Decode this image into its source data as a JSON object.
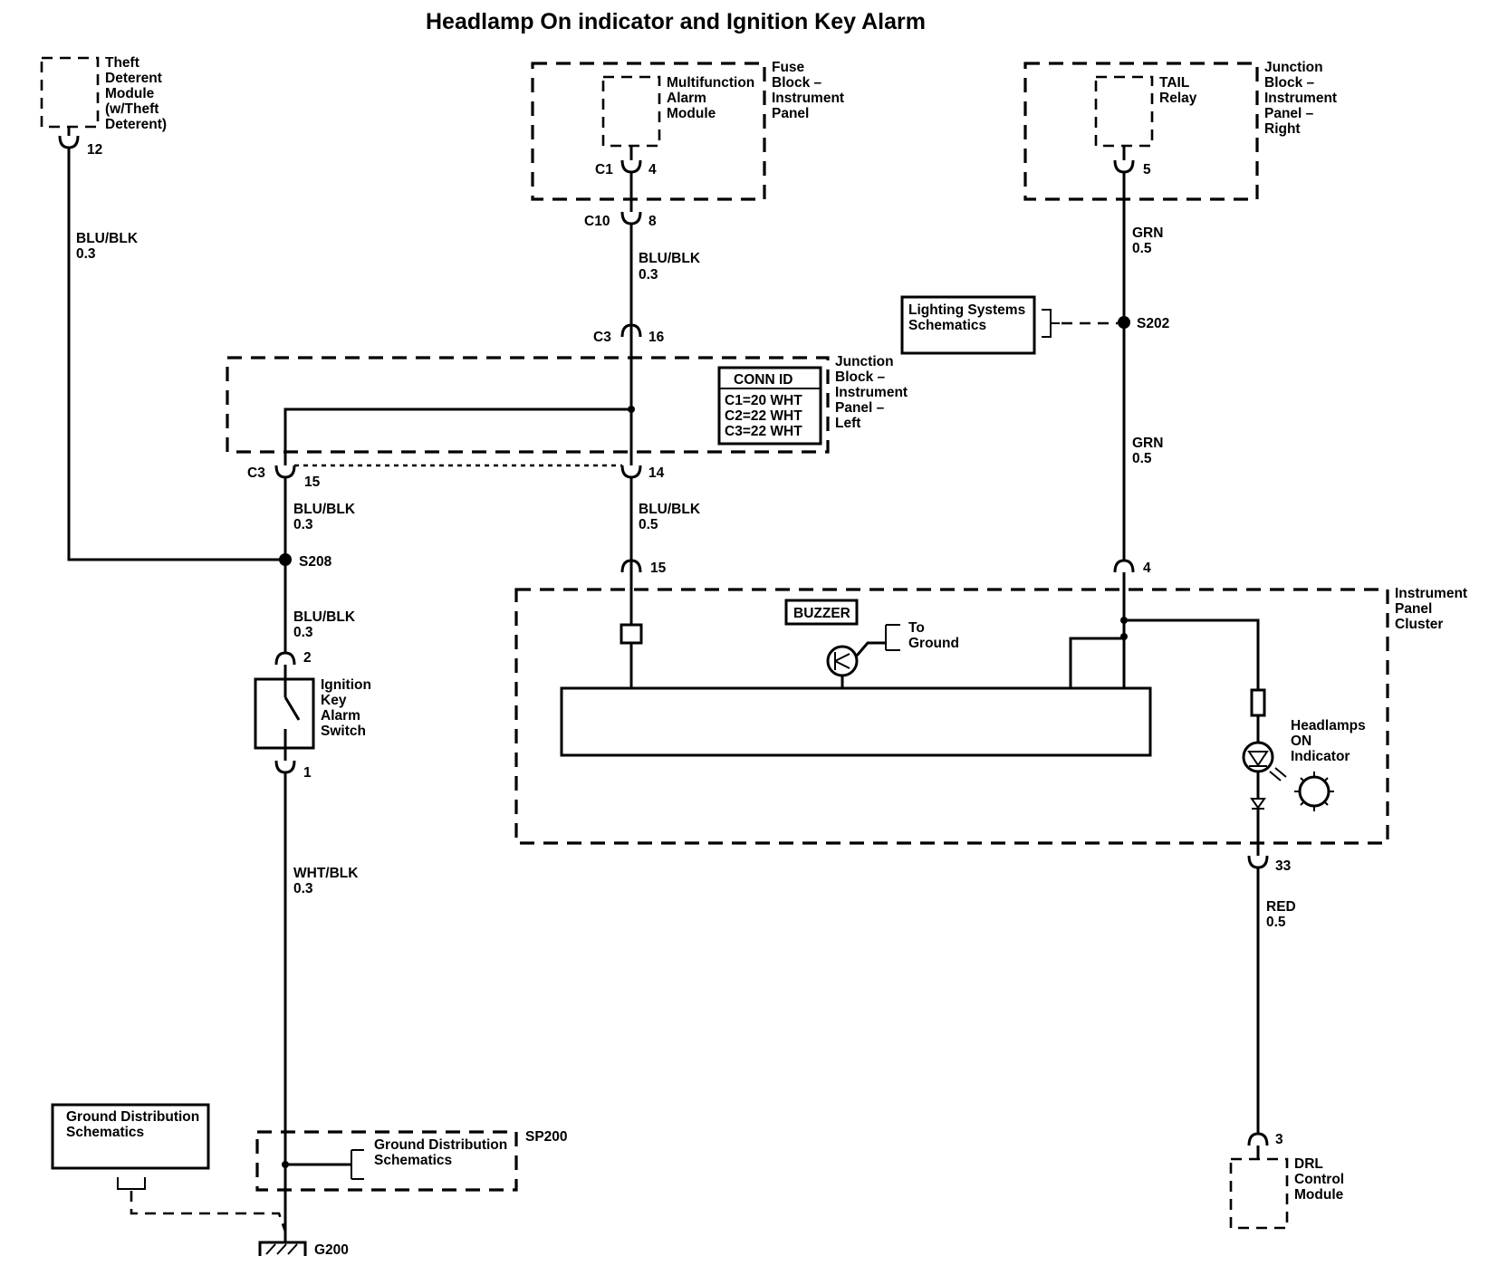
{
  "title": "Headlamp On indicator and Ignition Key Alarm",
  "components": {
    "theft_module": [
      "Theft",
      "Deterent",
      "Module",
      "(w/Theft",
      "Deterent)"
    ],
    "multifunction_alarm": [
      "Multifunction",
      "Alarm",
      "Module"
    ],
    "fuse_block": [
      "Fuse",
      "Block –",
      "Instrument",
      "Panel"
    ],
    "tail_relay": [
      "TAIL",
      "Relay"
    ],
    "jb_right": [
      "Junction",
      "Block –",
      "Instrument",
      "Panel –",
      "Right"
    ],
    "lighting_ref": [
      "Lighting Systems",
      "Schematics"
    ],
    "jb_left": [
      "Junction",
      "Block –",
      "Instrument",
      "Panel –",
      "Left"
    ],
    "conn_id": {
      "header": "CONN ID",
      "rows": [
        "C1=20 WHT",
        "C2=22 WHT",
        "C3=22 WHT"
      ]
    },
    "ignition_switch": [
      "Ignition",
      "Key",
      "Alarm",
      "Switch"
    ],
    "ipc": [
      "Instrument",
      "Panel",
      "Cluster"
    ],
    "buzzer": "BUZZER",
    "to_ground": [
      "To",
      "Ground"
    ],
    "headlamps_indicator": [
      "Headlamps",
      "ON",
      "Indicator"
    ],
    "ground_dist_1": [
      "Ground Distribution",
      "Schematics"
    ],
    "ground_dist_2": [
      "Ground Distribution",
      "Schematics"
    ],
    "drl_module": [
      "DRL",
      "Control",
      "Module"
    ]
  },
  "pins": {
    "theft_12": "12",
    "c1": "C1",
    "c1_pin": "4",
    "c10": "C10",
    "c10_pin": "8",
    "tail_5": "5",
    "c3_top": "C3",
    "c3_top_pin": "16",
    "c3_left": "C3",
    "c3_left_pin": "15",
    "c3_14": "14",
    "ipc_15": "15",
    "ipc_4": "4",
    "switch_2": "2",
    "switch_1": "1",
    "ipc_33": "33",
    "drl_3": "3"
  },
  "wires": {
    "theft": {
      "color": "BLU/BLK",
      "size": "0.3"
    },
    "fuse_to_jb": {
      "color": "BLU/BLK",
      "size": "0.3"
    },
    "tail_top": {
      "color": "GRN",
      "size": "0.5"
    },
    "tail_bottom": {
      "color": "GRN",
      "size": "0.5"
    },
    "c3_15": {
      "color": "BLU/BLK",
      "size": "0.3"
    },
    "c3_14": {
      "color": "BLU/BLK",
      "size": "0.5"
    },
    "s208_switch": {
      "color": "BLU/BLK",
      "size": "0.3"
    },
    "switch_ground": {
      "color": "WHT/BLK",
      "size": "0.3"
    },
    "drl": {
      "color": "RED",
      "size": "0.5"
    }
  },
  "splices": {
    "s202": "S202",
    "s208": "S208",
    "sp200": "SP200",
    "g200": "G200"
  }
}
